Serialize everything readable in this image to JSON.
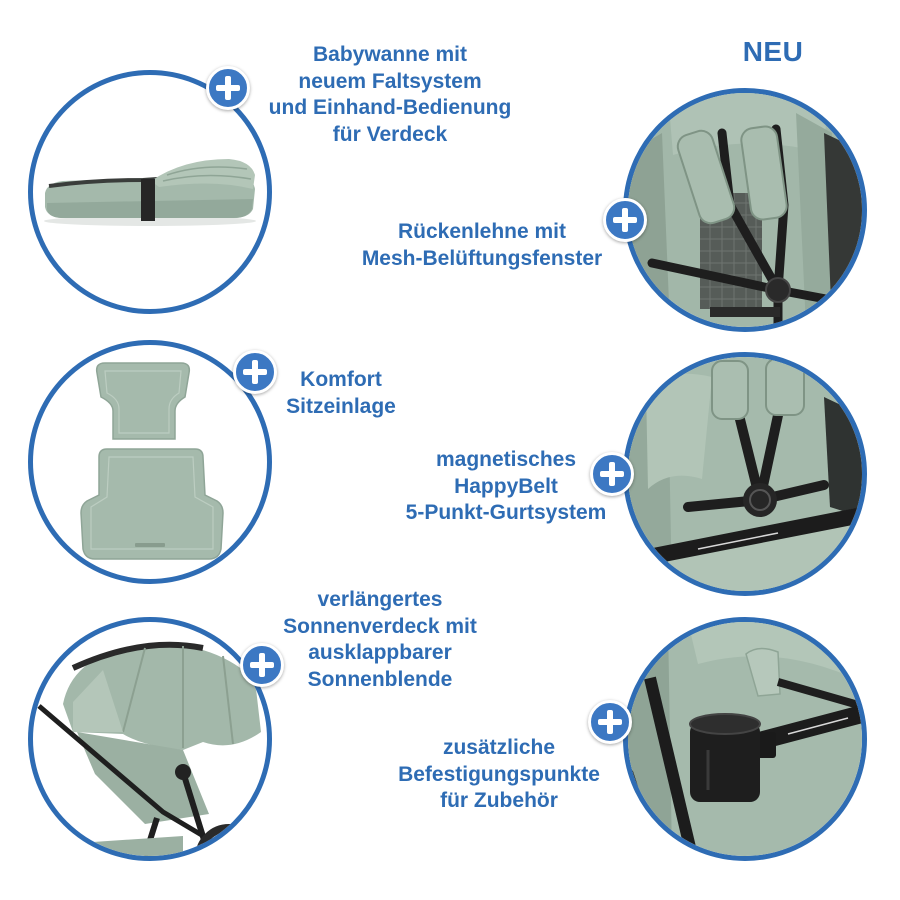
{
  "header": {
    "badge_label": "NEU"
  },
  "features": [
    {
      "lines": [
        "Babywanne mit",
        "neuem Faltsystem",
        "und Einhand-Bedienung",
        "für Verdeck"
      ]
    },
    {
      "lines": [
        "Rückenlehne mit",
        "Mesh-Belüftungsfenster"
      ]
    },
    {
      "lines": [
        "Komfort",
        "Sitzeinlage"
      ]
    },
    {
      "lines": [
        "magnetisches",
        "HappyBelt",
        "5-Punkt-Gurtsystem"
      ]
    },
    {
      "lines": [
        "verlängertes",
        "Sonnenverdeck mit",
        "ausklappbarer",
        "Sonnenblende"
      ]
    },
    {
      "lines": [
        "zusätzliche",
        "Befestigungspunkte",
        "für Zubehör"
      ]
    }
  ],
  "icons": {
    "feature_badge": "plus-icon"
  },
  "colors": {
    "accent": "#2e6cb4",
    "badge": "#3c78c3",
    "fabric": "#a4b9ab",
    "frame": "#1f1f1f",
    "background": "#ffffff"
  }
}
